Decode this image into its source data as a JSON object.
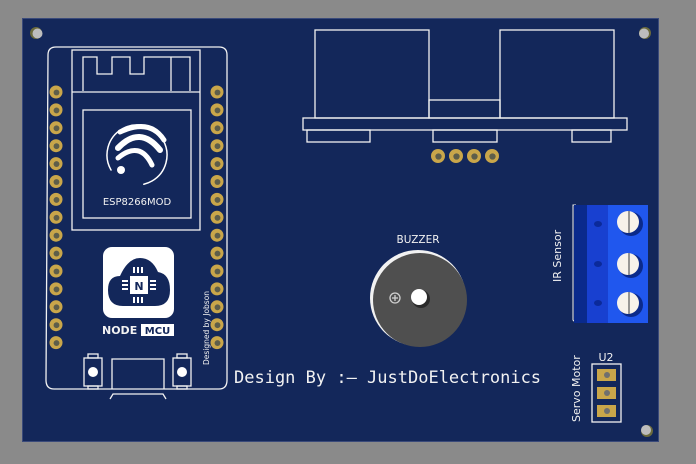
{
  "app": {
    "view": "PCB 3D Render",
    "board_color": "#13275a",
    "silkscreen_color": "#f2f2f2",
    "pad_color": "#c9a64a",
    "background": "#8a8a8a"
  },
  "nodemcu": {
    "module_label": "ESP8266MOD",
    "logo_text_left": "NODE",
    "logo_text_right": "MCU",
    "designer_text": "Designed by Jobson",
    "pins_per_side": 15
  },
  "ultrasonic": {
    "pin_count": 4
  },
  "buzzer": {
    "label": "BUZZER",
    "polarity_symbol": "+"
  },
  "credit": {
    "text": "Design By :— JustDoElectronics"
  },
  "ir_sensor": {
    "label": "IR Sensor",
    "terminal_count": 3,
    "terminal_colors": {
      "dark": "#0a2a8c",
      "mid": "#1840d0",
      "bright": "#2057ee"
    }
  },
  "servo": {
    "label": "Servo Motor",
    "designator": "U2",
    "pin_count": 3
  }
}
